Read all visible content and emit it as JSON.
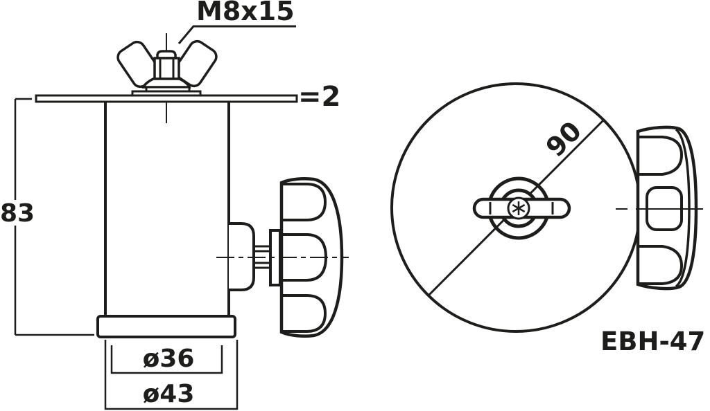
{
  "drawing": {
    "type": "technical-dimension-drawing",
    "model": "EBH-47",
    "labels": {
      "thread": "M8x15",
      "plate_thickness": "=2",
      "height": "83",
      "inner_diameter": "ø36",
      "outer_diameter": "ø43",
      "front_diameter": "90"
    },
    "colors": {
      "line": "#1d1d1b",
      "background": "#ffffff"
    }
  }
}
